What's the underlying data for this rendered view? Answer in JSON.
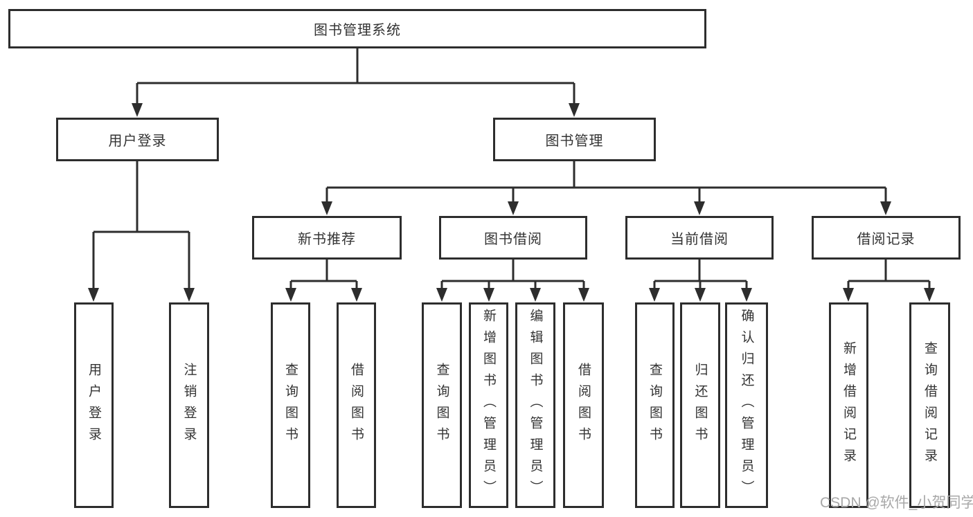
{
  "diagram": {
    "watermark": "CSDN @软件_小贺同学",
    "colors": {
      "line": "#2d2d2d",
      "box_border": "#2d2d2d",
      "box_background": "#ffffff",
      "text": "#333333",
      "watermark_text": "#a8a8a8"
    },
    "tree": {
      "label": "图书管理系统",
      "children": [
        {
          "label": "用户登录",
          "children": [
            {
              "label": "用户登录"
            },
            {
              "label": "注销登录"
            }
          ]
        },
        {
          "label": "图书管理",
          "children": [
            {
              "label": "新书推荐",
              "children": [
                {
                  "label": "查询图书"
                },
                {
                  "label": "借阅图书"
                }
              ]
            },
            {
              "label": "图书借阅",
              "children": [
                {
                  "label": "查询图书"
                },
                {
                  "label": "新增图书（管理员）"
                },
                {
                  "label": "编辑图书（管理员）"
                },
                {
                  "label": "借阅图书"
                }
              ]
            },
            {
              "label": "当前借阅",
              "children": [
                {
                  "label": "查询图书"
                },
                {
                  "label": "归还图书"
                },
                {
                  "label": "确认归还（管理员）"
                }
              ]
            },
            {
              "label": "借阅记录",
              "children": [
                {
                  "label": "新增借阅记录"
                },
                {
                  "label": "查询借阅记录"
                }
              ]
            }
          ]
        }
      ]
    }
  }
}
